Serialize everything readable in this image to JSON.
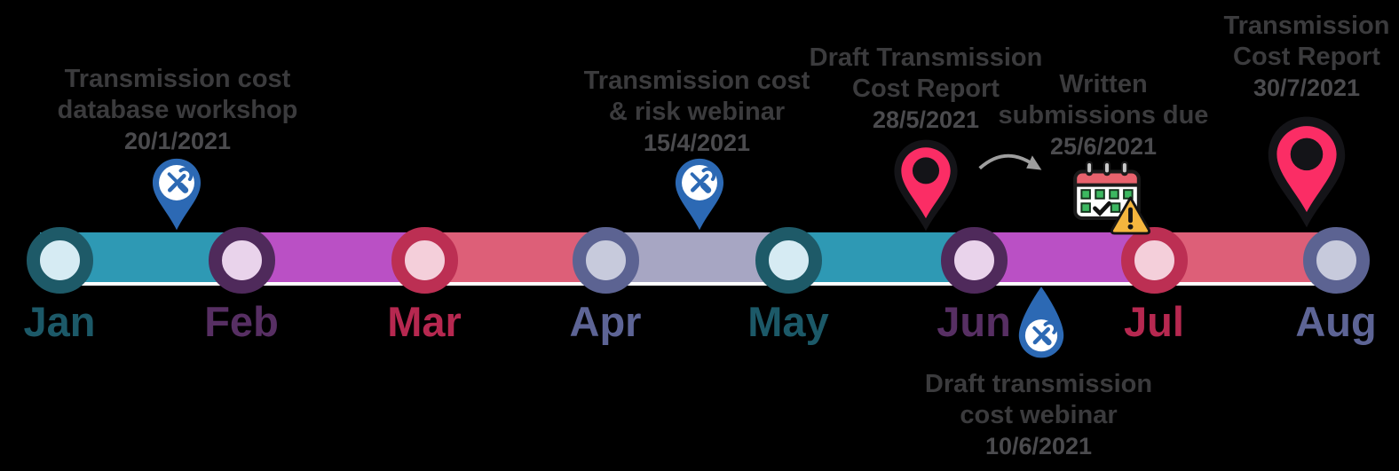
{
  "timeline": {
    "months": [
      {
        "label": "Jan",
        "ring": "#1E5A68",
        "fill": "#D6EBF3",
        "label_color": "#1C5968"
      },
      {
        "label": "Feb",
        "ring": "#4F2A5B",
        "fill": "#E9D3EB",
        "label_color": "#572F63"
      },
      {
        "label": "Mar",
        "ring": "#BC2F53",
        "fill": "#F4CFDA",
        "label_color": "#B62850"
      },
      {
        "label": "Apr",
        "ring": "#5C6392",
        "fill": "#C7CADC",
        "label_color": "#5D6495"
      },
      {
        "label": "May",
        "ring": "#1E5A68",
        "fill": "#D6EBF3",
        "label_color": "#1C5968"
      },
      {
        "label": "Jun",
        "ring": "#4F2A5B",
        "fill": "#E9D3EB",
        "label_color": "#572F63"
      },
      {
        "label": "Jul",
        "ring": "#BC2F53",
        "fill": "#F4CFDA",
        "label_color": "#B62850"
      },
      {
        "label": "Aug",
        "ring": "#5C6392",
        "fill": "#C7CADC",
        "label_color": "#5D6495"
      }
    ],
    "segments": [
      {
        "color": "#2E99B4"
      },
      {
        "color": "#BA50C5"
      },
      {
        "color": "#DD5F78"
      },
      {
        "color": "#A7A6C3"
      },
      {
        "color": "#2E99B4"
      },
      {
        "color": "#BA50C5"
      },
      {
        "color": "#DD5F78"
      }
    ]
  },
  "events": [
    {
      "id": "database-workshop",
      "title_line1": "Transmission cost",
      "title_line2": "database workshop",
      "date": "20/1/2021",
      "marker": "tools-pin"
    },
    {
      "id": "risk-webinar",
      "title_line1": "Transmission cost",
      "title_line2": "& risk webinar",
      "date": "15/4/2021",
      "marker": "tools-pin"
    },
    {
      "id": "draft-report",
      "title_line1": "Draft Transmission",
      "title_line2": "Cost Report",
      "date": "28/5/2021",
      "marker": "location-pin"
    },
    {
      "id": "submissions-due",
      "title_line1": "Written",
      "title_line2": "submissions due",
      "date": "25/6/2021",
      "marker": "calendar-warning"
    },
    {
      "id": "final-report",
      "title_line1": "Transmission",
      "title_line2": "Cost Report",
      "date": "30/7/2021",
      "marker": "location-pin"
    },
    {
      "id": "draft-webinar",
      "title_line1": "Draft transmission",
      "title_line2": "cost webinar",
      "date": "10/6/2021",
      "marker": "tools-drop"
    }
  ],
  "colors": {
    "background": "#000000",
    "text": "#3B3B3D",
    "date_text": "#4B4B4E",
    "bar_shadow": "#FFFFFF",
    "pin_blue": "#2C69B4",
    "pin_pink": "#FB2D65",
    "pin_black": "#141418",
    "icon_white": "#FFFFFF",
    "calendar_red": "#E8626D",
    "calendar_green": "#3CB860",
    "calendar_outline": "#1B1B1B",
    "warning_yellow": "#F4B63E",
    "arrow_gray": "#9E9E9E"
  }
}
